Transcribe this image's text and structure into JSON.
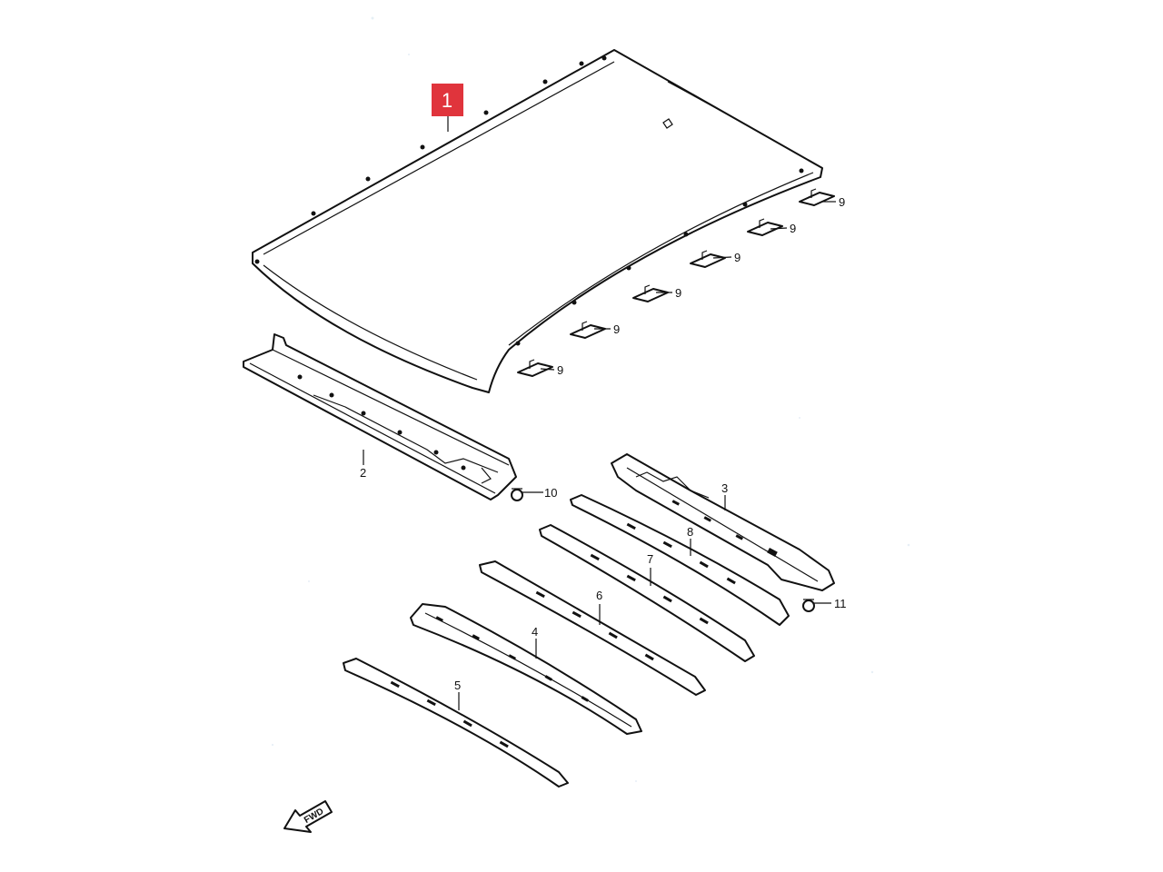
{
  "highlight": {
    "label": "1",
    "color": "#e0343c"
  },
  "callouts": {
    "p2": "2",
    "p3": "3",
    "p4": "4",
    "p5": "5",
    "p6": "6",
    "p7": "7",
    "p8": "8",
    "p9": "9",
    "p10": "10",
    "p11": "11"
  },
  "fwd": {
    "label": "FWD",
    "icon": "forward-arrow-icon"
  }
}
